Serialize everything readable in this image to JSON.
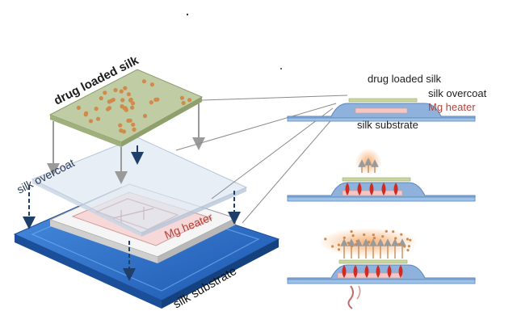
{
  "exploded_view": {
    "layer_labels": {
      "drug_loaded_silk": "drug loaded silk",
      "silk_overcoat": "silk overcoat",
      "mg_heater": "Mg heater",
      "silk_substrate": "silk substrate"
    }
  },
  "cross_section": {
    "labels": {
      "drug_loaded_silk": "drug loaded silk",
      "silk_overcoat": "silk overcoat",
      "mg_heater": "Mg heater",
      "silk_substrate": "silk substrate"
    }
  },
  "colors": {
    "drug_layer": "#b9c79a",
    "drug_dots": "#d28a4a",
    "overcoat": "#d6e1ee",
    "heater_text": "#b0443c",
    "substrate": "#2f77d0",
    "cross_section_blue": "#8fb2dc",
    "heat_red": "#d02a22",
    "release_orange": "#f4b37a"
  }
}
